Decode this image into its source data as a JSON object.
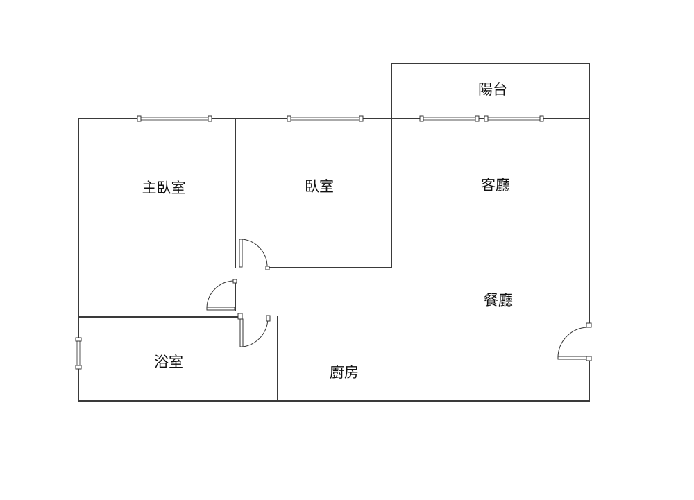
{
  "rooms": {
    "balcony": "陽台",
    "master_bedroom": "主臥室",
    "bedroom": "臥室",
    "living_room": "客廳",
    "dining_room": "餐廳",
    "bathroom": "浴室",
    "kitchen": "廚房"
  }
}
